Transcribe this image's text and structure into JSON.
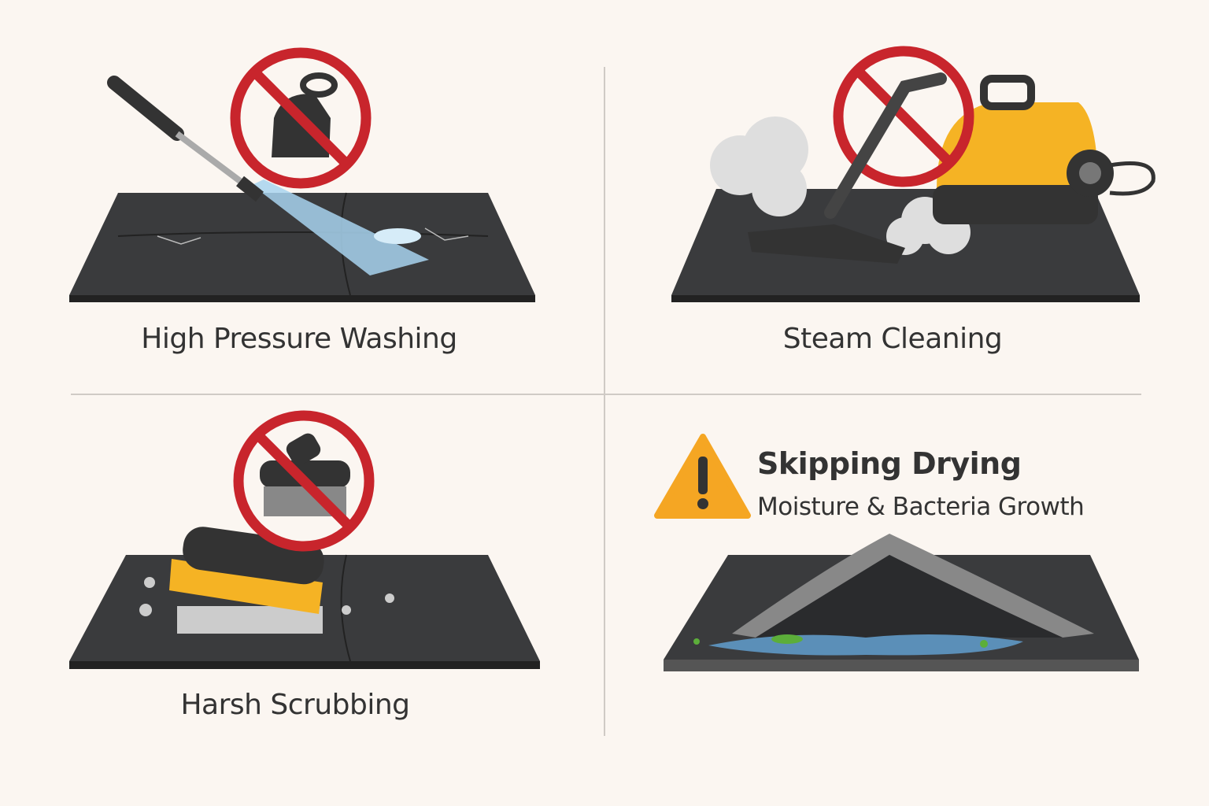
{
  "panels": [
    {
      "label": "High Pressure Washing",
      "icon": "prohibited-pressure-washer-icon"
    },
    {
      "label": "Steam Cleaning",
      "icon": "prohibited-steam-cleaner-icon"
    },
    {
      "label": "Harsh Scrubbing",
      "icon": "prohibited-scrub-brush-icon"
    },
    {
      "title": "Skipping Drying",
      "subtitle": "Moisture & Bacteria Growth",
      "icon": "warning-triangle-icon"
    }
  ],
  "colors": {
    "background": "#fbf6f1",
    "prohibition_red": "#c8252c",
    "warning_orange": "#f5a623",
    "tile_dark": "#3a3b3d",
    "text": "#333333",
    "steam_machine_yellow": "#f5b324"
  }
}
